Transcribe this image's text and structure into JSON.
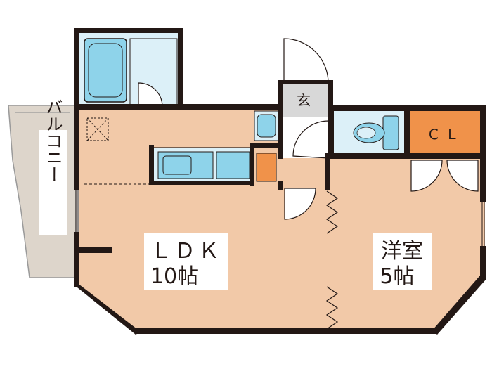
{
  "rooms": {
    "ldk": {
      "label_line1": "ＬＤＫ",
      "label_line2": "10帖"
    },
    "western": {
      "label_line1": "洋室",
      "label_line2": "5帖"
    },
    "closet": {
      "label": "ＣＬ"
    },
    "entrance": {
      "label": "玄"
    },
    "balcony": {
      "label": "バルコニー"
    }
  },
  "colors": {
    "floor": "#f2c9a8",
    "wet_area": "#dcf0f8",
    "fixture": "#8ed3ea",
    "entrance_floor": "#d8d8d8",
    "closet": "#f0924a",
    "balcony": "#ddd5cb",
    "wall": "#231815",
    "label_bg": "#ffffff"
  }
}
